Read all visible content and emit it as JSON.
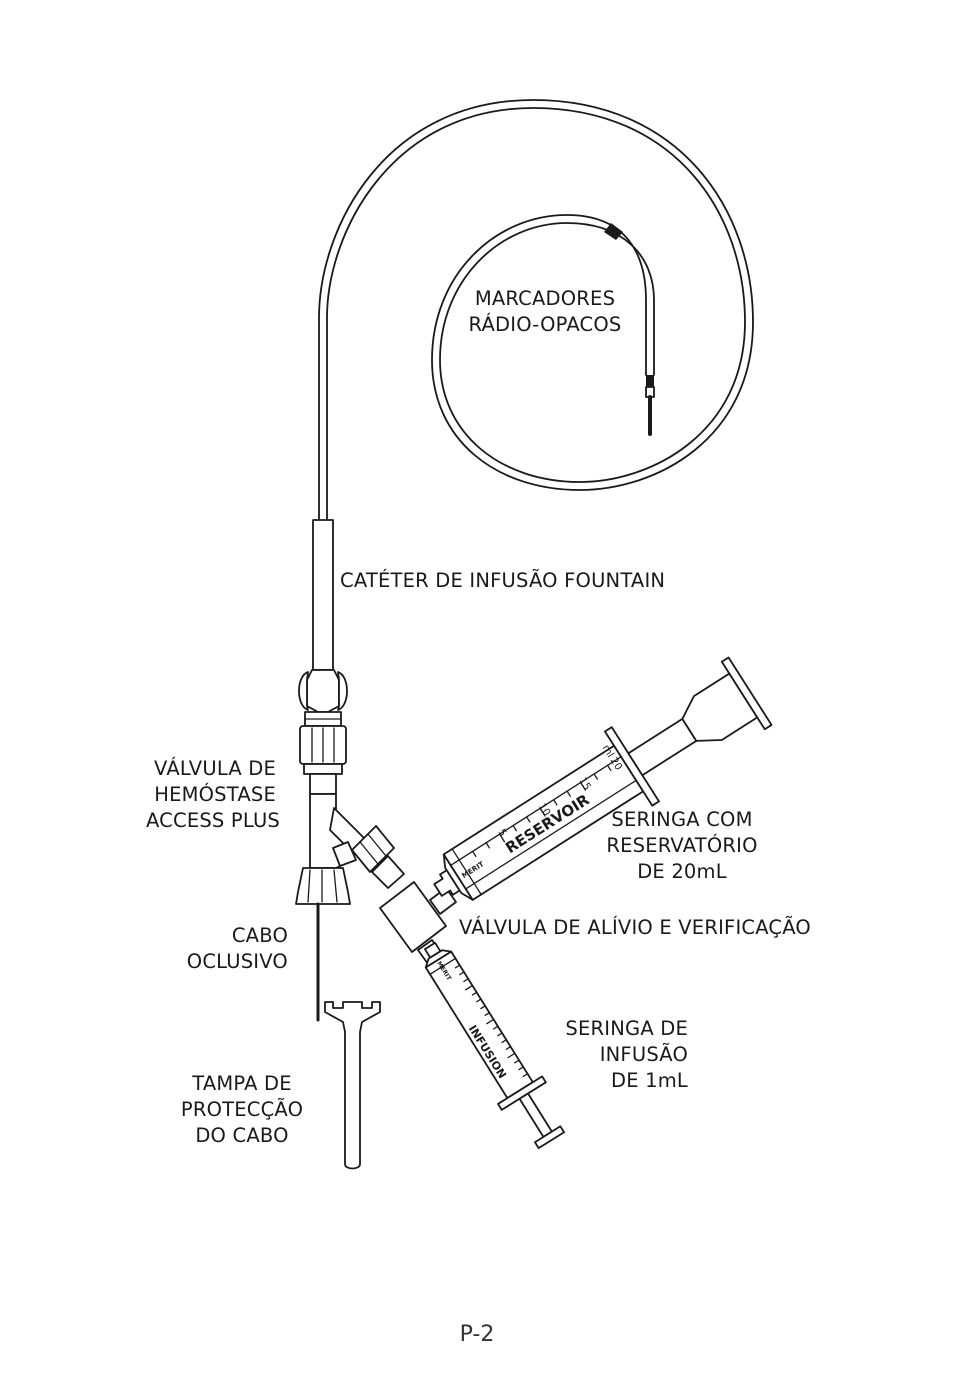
{
  "labels": {
    "markers_line1": "MARCADORES",
    "markers_line2": "RÁDIO-OPACOS",
    "catheter": "CATÉTER DE INFUSÃO FOUNTAIN",
    "valve_line1": "VÁLVULA DE",
    "valve_line2": "HEMÓSTASE",
    "valve_line3": "ACCESS PLUS",
    "reservoir_line1": "SERINGA COM",
    "reservoir_line2": "RESERVATÓRIO",
    "reservoir_line3": "DE 20mL",
    "relief_valve": "VÁLVULA DE ALÍVIO E VERIFICAÇÃO",
    "wire_line1": "CABO",
    "wire_line2": "OCLUSIVO",
    "infusion_line1": "SERINGA DE",
    "infusion_line2": "INFUSÃO",
    "infusion_line3": "DE 1mL",
    "cap_line1": "TAMPA DE",
    "cap_line2": "PROTECÇÃO",
    "cap_line3": "DO CABO"
  },
  "syringes": {
    "reservoir_brand": "RESERVOIR",
    "infusion_brand": "INFUSION",
    "maker_mark": "MERIT",
    "reservoir_ticks": [
      "5",
      "10",
      "15",
      "20"
    ],
    "reservoir_unit": "ml"
  },
  "footer": {
    "page_number": "P-2"
  }
}
